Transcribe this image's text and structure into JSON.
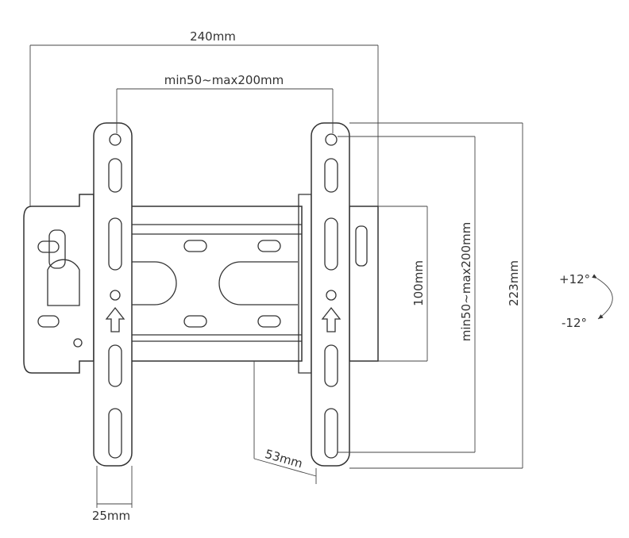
{
  "dimensions": {
    "overall_width": "240mm",
    "horizontal_hole_spacing": "min50~max200mm",
    "wall_plate_height": "100mm",
    "vertical_hole_spacing": "min50~max200mm",
    "overall_height": "223mm",
    "depth": "53mm",
    "arm_width": "25mm"
  },
  "tilt": {
    "up": "+12°",
    "down": "-12°"
  },
  "colors": {
    "line": "#333333",
    "background": "#ffffff"
  }
}
